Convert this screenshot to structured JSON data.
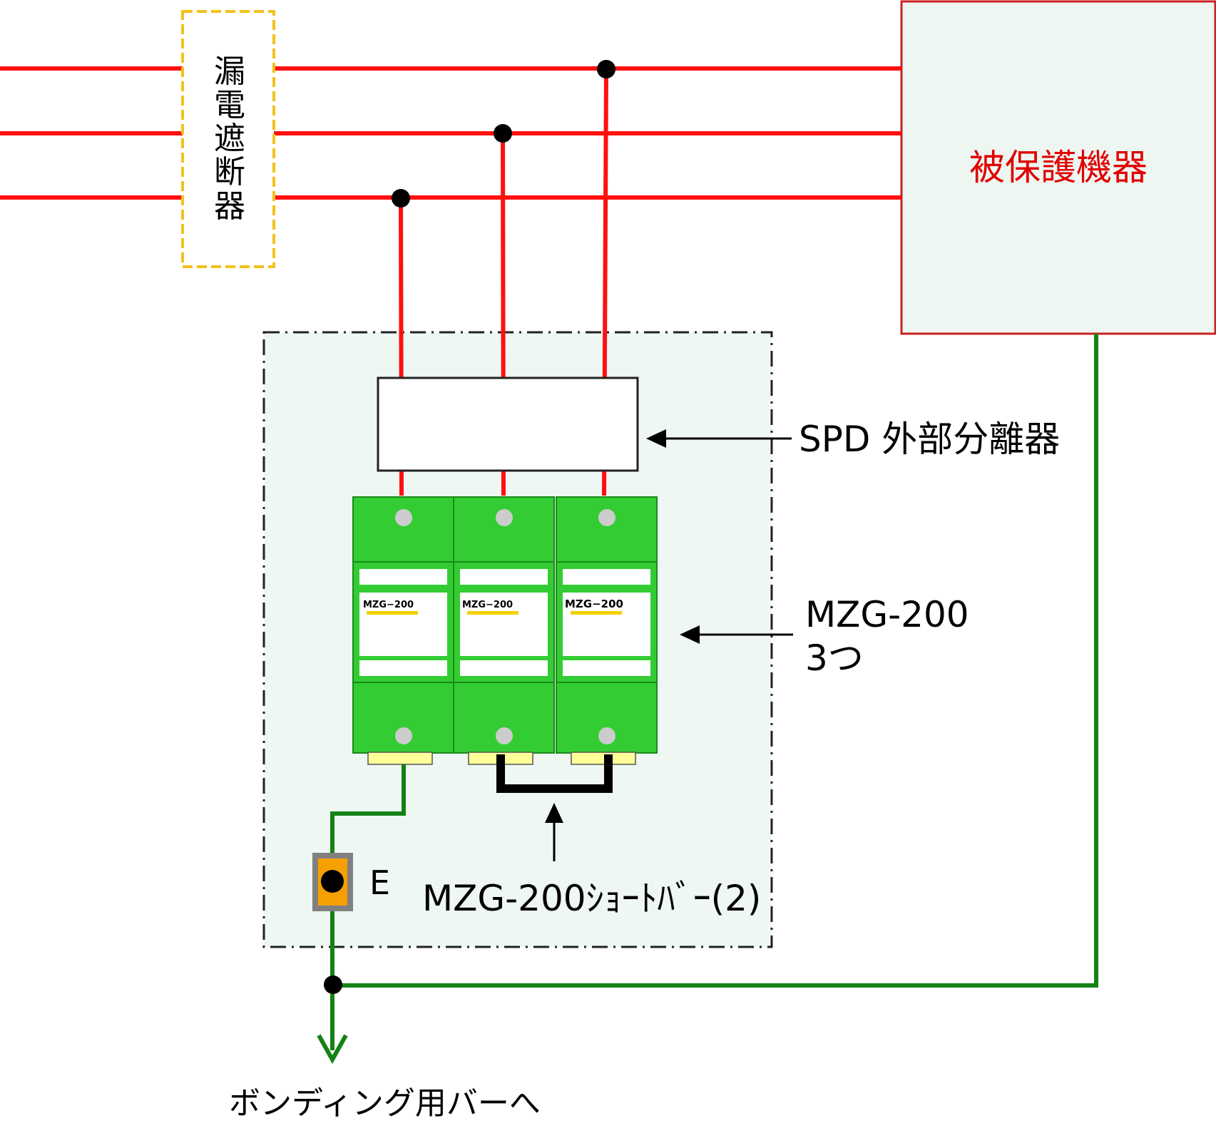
{
  "breaker": {
    "label_chars": [
      "漏",
      "電",
      "遮",
      "断",
      "器"
    ]
  },
  "protected_equipment": {
    "label": "被保護機器"
  },
  "spd_disconnector": {
    "label": "SPD 外部分離器"
  },
  "spd_modules": {
    "label_line1": "MZG-200",
    "label_line2": "3つ",
    "model_text": "MZG−200",
    "count": 3
  },
  "short_bar": {
    "label": "MZG-200ｼｮｰﾄﾊﾞｰ(2)"
  },
  "earth_terminal": {
    "label": "E"
  },
  "bonding_bar": {
    "label": "ボンディング用バーへ"
  },
  "colors": {
    "power_line": "#ff1010",
    "earth_line": "#148214",
    "breaker_border": "#f2c21b",
    "equipment_border": "#cc2020",
    "equipment_fill": "#eef6f1",
    "enclosure_fill": "#eef7f2",
    "module_fill": "#33cc33",
    "terminal_fill": "#ffff99",
    "earth_terminal_fill": "#f5a000",
    "earth_terminal_border": "#808080",
    "module_window_stripe": "#f5d000"
  }
}
